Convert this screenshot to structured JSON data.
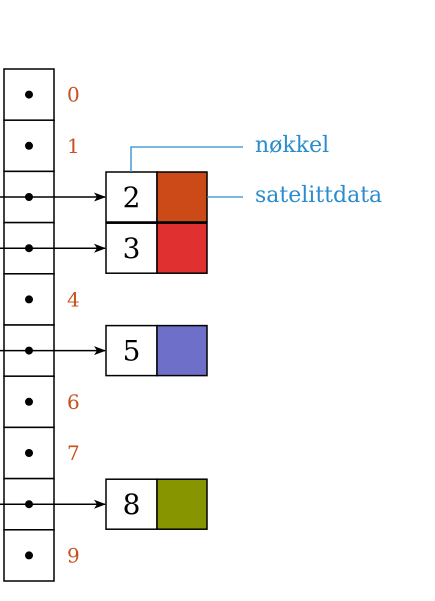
{
  "diagram": {
    "slot_indices": [
      "0",
      "1",
      "2",
      "3",
      "4",
      "5",
      "6",
      "7",
      "8",
      "9"
    ],
    "index_labels": [
      {
        "slot": 0,
        "text": "0"
      },
      {
        "slot": 1,
        "text": "1"
      },
      {
        "slot": 4,
        "text": "4"
      },
      {
        "slot": 6,
        "text": "6"
      },
      {
        "slot": 7,
        "text": "7"
      },
      {
        "slot": 9,
        "text": "9"
      }
    ],
    "elements": [
      {
        "slot": 2,
        "key": "2",
        "color": "#cc4a17"
      },
      {
        "slot": 3,
        "key": "3",
        "color": "#e03030"
      },
      {
        "slot": 5,
        "key": "5",
        "color": "#6e6fc8"
      },
      {
        "slot": 8,
        "key": "8",
        "color": "#879600"
      }
    ],
    "callouts": {
      "key_label": "nøkkel",
      "data_label": "satelittdata"
    },
    "colors": {
      "index_text": "#c8501e",
      "callout": "#2a8ccc",
      "stroke": "#000000"
    }
  }
}
